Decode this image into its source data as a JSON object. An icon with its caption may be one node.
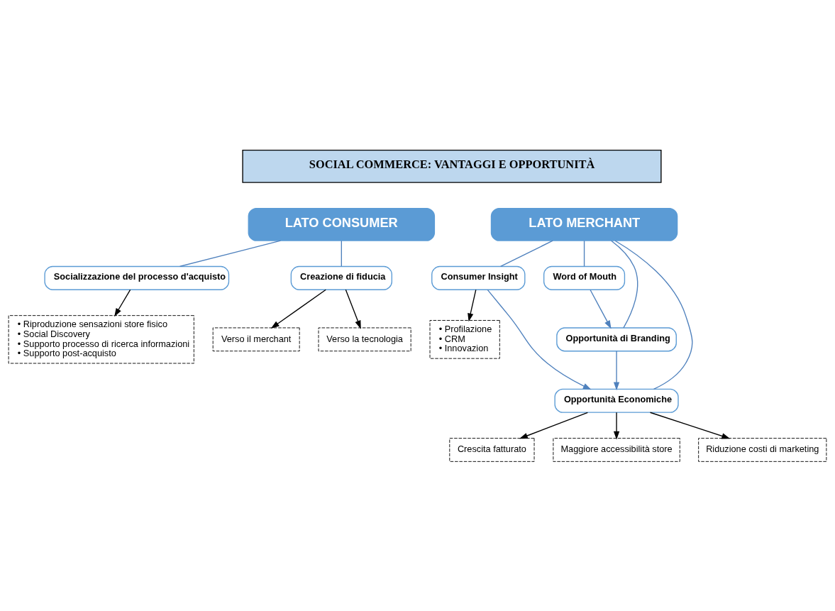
{
  "diagram": {
    "nodes": [
      {
        "text": [
          "SOCIAL COMMERCE: VANTAGGI E OPPORTUNITÀ"
        ]
      },
      {
        "text": [
          "LATO CONSUMER"
        ]
      },
      {
        "text": [
          "Socializzazione del processo d'acquisto"
        ]
      },
      {
        "text": [
          "• Riproduzione sensazioni store fisico",
          "• Social Discovery",
          "• Supporto processo di ricerca informazioni",
          "• Supporto post-acquisto"
        ]
      },
      {
        "text": [
          "Creazione di fiducia"
        ]
      },
      {
        "text": [
          "Verso il merchant"
        ]
      },
      {
        "text": [
          "Verso la tecnologia"
        ]
      },
      {
        "text": [
          "LATO MERCHANT"
        ]
      },
      {
        "text": [
          "Consumer Insight"
        ]
      },
      {
        "text": [
          "• Profilazione",
          "• CRM",
          "• Innovazion"
        ]
      },
      {
        "text": [
          "Word of Mouth"
        ]
      },
      {
        "text": [
          "Opportunità di Branding"
        ]
      },
      {
        "text": [
          "Opportunità Economiche"
        ]
      },
      {
        "text": [
          "Crescita fatturato"
        ]
      },
      {
        "text": [
          "Maggiore accessibilità store"
        ]
      },
      {
        "text": [
          "Riduzione costi di marketing"
        ]
      }
    ],
    "edges": [
      {
        "from": 1,
        "to": 2,
        "arrow": "none"
      },
      {
        "from": 1,
        "to": 4,
        "arrow": "none"
      },
      {
        "from": 2,
        "to": 3,
        "arrow": "to",
        "color": "#000000"
      },
      {
        "from": 4,
        "to": 5,
        "arrow": "to",
        "color": "#000000"
      },
      {
        "from": 4,
        "to": 6,
        "arrow": "to",
        "color": "#000000"
      },
      {
        "from": 7,
        "to": 8,
        "arrow": "none"
      },
      {
        "from": 7,
        "to": 10,
        "arrow": "none"
      },
      {
        "from": 7,
        "to": 11,
        "arrow": "none"
      },
      {
        "from": 7,
        "to": 12,
        "arrow": "none"
      },
      {
        "from": 8,
        "to": 9,
        "arrow": "to",
        "color": "#000000"
      },
      {
        "from": 10,
        "to": 11,
        "arrow": "to"
      },
      {
        "from": 8,
        "to": 12,
        "arrow": "to"
      },
      {
        "from": 11,
        "to": 12,
        "arrow": "to"
      },
      {
        "from": 12,
        "to": 13,
        "arrow": "to",
        "color": "#000000"
      },
      {
        "from": 12,
        "to": 14,
        "arrow": "to",
        "color": "#000000"
      },
      {
        "from": 12,
        "to": 15,
        "arrow": "to",
        "color": "#000000"
      }
    ]
  }
}
